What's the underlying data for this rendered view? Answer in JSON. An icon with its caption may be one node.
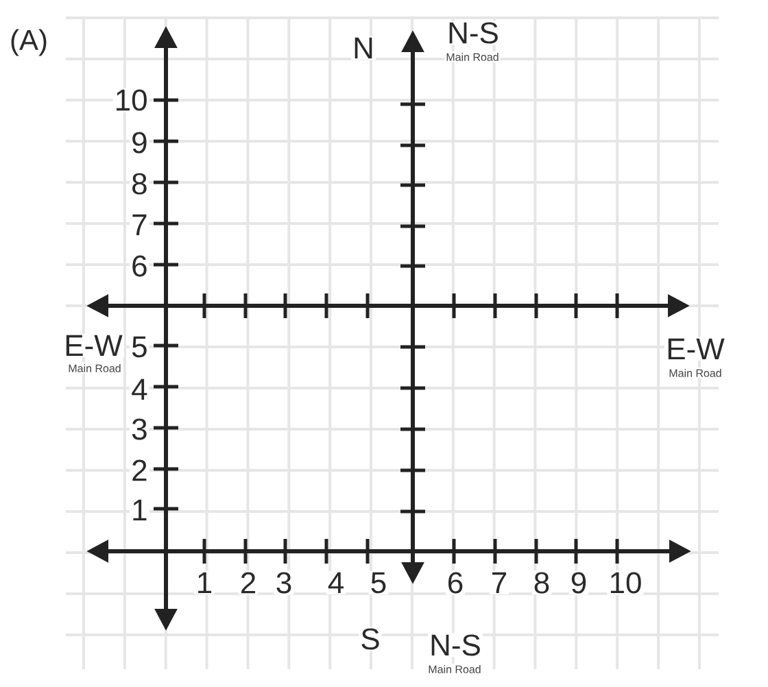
{
  "diagram": {
    "labels": [
      "(A)",
      "N",
      "N-S",
      "Main Road",
      "10",
      "9",
      "8",
      "7",
      "6",
      "E-W",
      "5",
      "Main Road",
      "E-W",
      "Main Road",
      "4",
      "3",
      "2",
      "1",
      "1",
      "2",
      "3",
      "4",
      "5",
      "6",
      "7",
      "8",
      "9",
      "10",
      "S",
      "N-S",
      "Main Road"
    ]
  }
}
